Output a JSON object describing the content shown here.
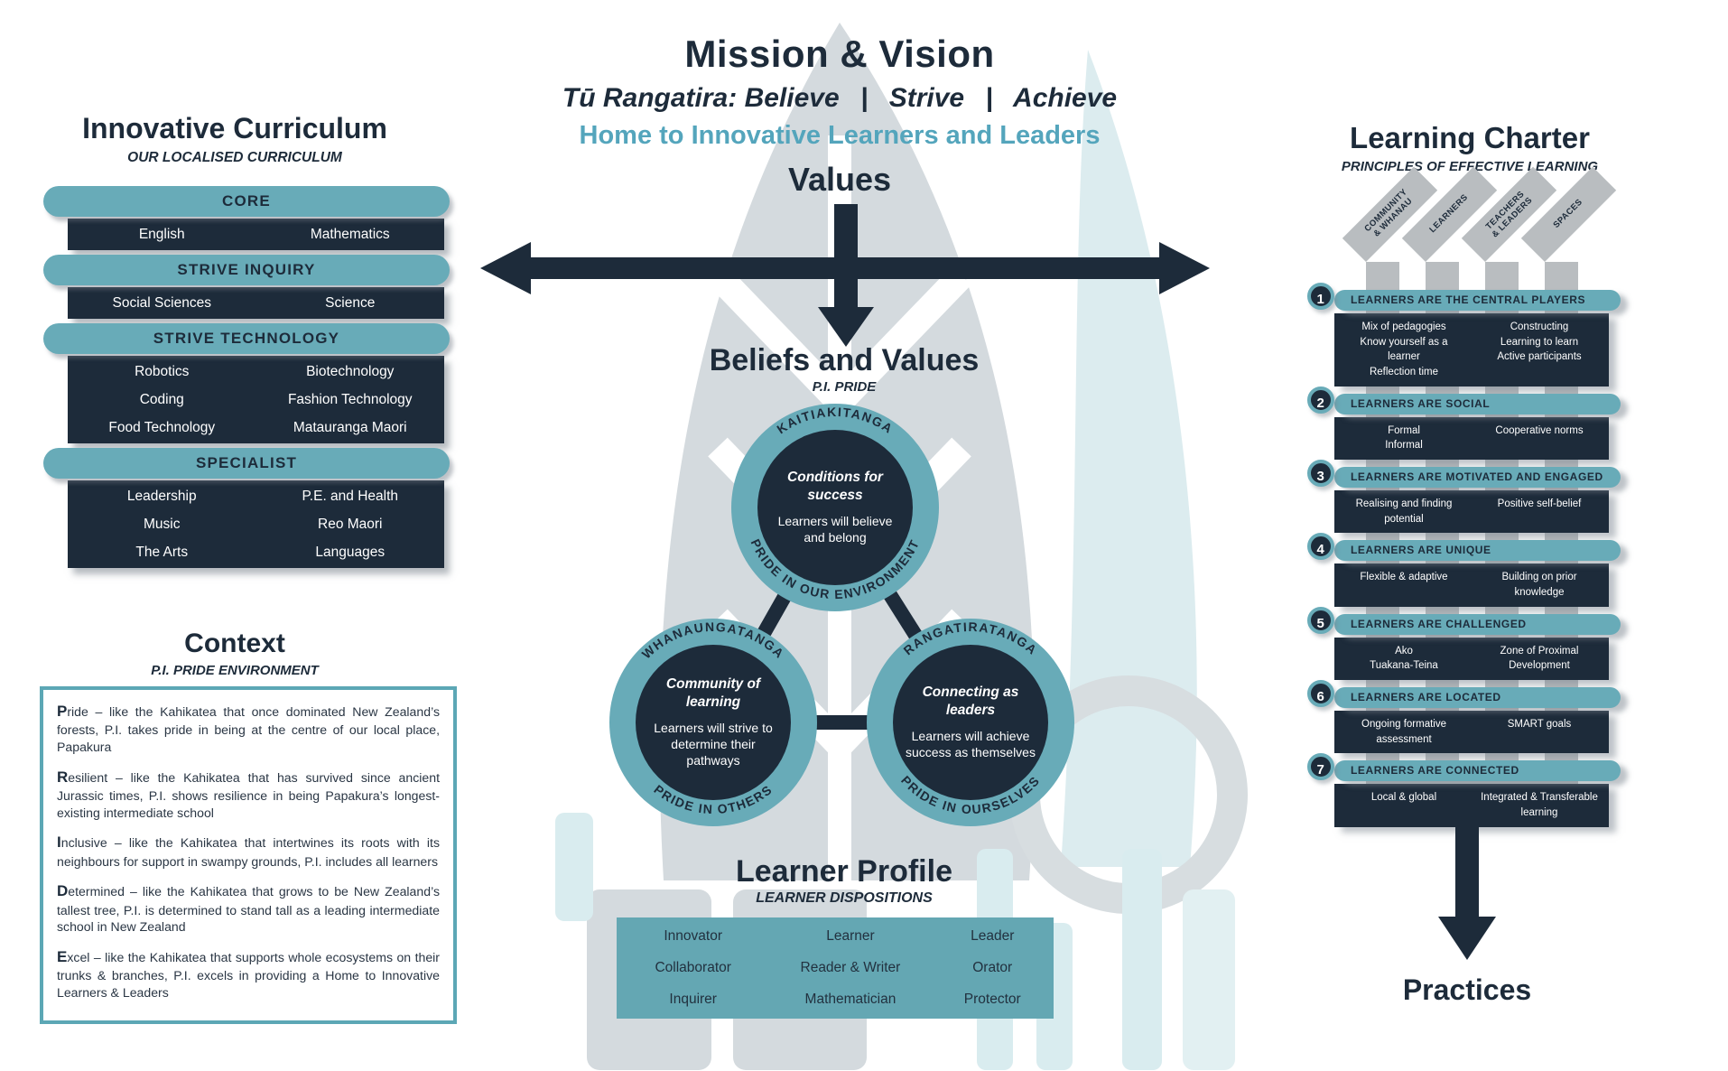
{
  "header": {
    "title": "Mission & Vision",
    "subtitle": "Tū Rangatira: Believe  |  Strive  |  Achieve",
    "tagline": "Home to Innovative Learners and Leaders",
    "values_label": "Values"
  },
  "curriculum": {
    "title": "Innovative Curriculum",
    "subtitle": "OUR LOCALISED CURRICULUM",
    "sections": [
      {
        "header": "CORE",
        "left": [
          "English"
        ],
        "right": [
          "Mathematics"
        ]
      },
      {
        "header": "STRIVE INQUIRY",
        "left": [
          "Social Sciences"
        ],
        "right": [
          "Science"
        ]
      },
      {
        "header": "STRIVE TECHNOLOGY",
        "left": [
          "Robotics",
          "Coding",
          "Food Technology"
        ],
        "right": [
          "Biotechnology",
          "Fashion Technology",
          "Matauranga Maori"
        ]
      },
      {
        "header": "SPECIALIST",
        "left": [
          "Leadership",
          "Music",
          "The Arts"
        ],
        "right": [
          "P.E. and Health",
          "Reo Maori",
          "Languages"
        ]
      }
    ]
  },
  "context": {
    "title": "Context",
    "subtitle": "P.I. PRIDE ENVIRONMENT",
    "paragraphs": [
      {
        "lead": "P",
        "rest": "ride – like the Kahikatea that once dominated New Zealand’s forests, P.I. takes pride in being at the centre of our local place, Papakura"
      },
      {
        "lead": "R",
        "rest": "esilient – like the Kahikatea that has survived since ancient Jurassic times, P.I. shows resilience in being Papakura’s longest-existing intermediate school"
      },
      {
        "lead": "I",
        "rest": "nclusive – like the Kahikatea that intertwines its roots with its neighbours for support in swampy grounds, P.I. includes all learners"
      },
      {
        "lead": "D",
        "rest": "etermined – like the Kahikatea that grows to be New Zealand’s tallest tree, P.I. is determined to stand tall as a leading intermediate school in New Zealand"
      },
      {
        "lead": "E",
        "rest": "xcel – like the Kahikatea that supports whole ecosystems on their trunks & branches, P.I. excels in providing a Home to Innovative Learners & Leaders"
      }
    ]
  },
  "beliefs": {
    "title": "Beliefs and Values",
    "subtitle": "P.I. PRIDE",
    "circles": [
      {
        "arc_top": "KAITIAKITANGA",
        "arc_bottom": "PRIDE IN OUR ENVIRONMENT",
        "heading": "Conditions for success",
        "body": "Learners will believe and belong"
      },
      {
        "arc_top": "WHANAUNGATANGA",
        "arc_bottom": "PRIDE IN OTHERS",
        "heading": "Community of learning",
        "body": "Learners will strive to determine their pathways"
      },
      {
        "arc_top": "RANGATIRATANGA",
        "arc_bottom": "PRIDE IN OURSELVES",
        "heading": "Connecting as leaders",
        "body": "Learners will achieve success as themselves"
      }
    ]
  },
  "learner_profile": {
    "title": "Learner Profile",
    "subtitle": "LEARNER DISPOSITIONS",
    "rows": [
      [
        "Innovator",
        "Learner",
        "Leader"
      ],
      [
        "Collaborator",
        "Reader & Writer",
        "Orator"
      ],
      [
        "Inquirer",
        "Mathematician",
        "Protector"
      ]
    ]
  },
  "charter": {
    "title": "Learning Charter",
    "subtitle": "PRINCIPLES OF EFFECTIVE LEARNING",
    "columns": [
      [
        "COMMUNITY",
        "& WHANAU"
      ],
      [
        "LEARNERS"
      ],
      [
        "TEACHERS",
        "& LEADERS"
      ],
      [
        "SPACES"
      ]
    ],
    "rows": [
      {
        "num": "1",
        "header": "LEARNERS ARE THE CENTRAL PLAYERS",
        "left": [
          "Mix of pedagogies",
          "Know yourself as a learner",
          "Reflection time"
        ],
        "right": [
          "Constructing",
          "Learning to learn",
          "Active participants"
        ]
      },
      {
        "num": "2",
        "header": "LEARNERS ARE SOCIAL",
        "left": [
          "Formal",
          "Informal"
        ],
        "right": [
          "Cooperative norms"
        ]
      },
      {
        "num": "3",
        "header": "LEARNERS ARE MOTIVATED AND ENGAGED",
        "left": [
          "Realising and finding potential"
        ],
        "right": [
          "Positive self-belief"
        ]
      },
      {
        "num": "4",
        "header": "LEARNERS ARE UNIQUE",
        "left": [
          "Flexible & adaptive"
        ],
        "right": [
          "Building on prior knowledge"
        ]
      },
      {
        "num": "5",
        "header": "LEARNERS ARE CHALLENGED",
        "left": [
          "Ako",
          "Tuakana-Teina"
        ],
        "right": [
          "Zone of Proximal Development"
        ]
      },
      {
        "num": "6",
        "header": "LEARNERS ARE LOCATED",
        "left": [
          "Ongoing formative assessment"
        ],
        "right": [
          "SMART goals"
        ]
      },
      {
        "num": "7",
        "header": "LEARNERS ARE CONNECTED",
        "left": [
          "Local & global"
        ],
        "right": [
          "Integrated & Transferable learning"
        ]
      }
    ],
    "practices_label": "Practices"
  },
  "colors": {
    "navy": "#1d2b3a",
    "teal": "#68abb8",
    "teal_text": "#54a5bc",
    "pale_teal": "#dcecef",
    "light_gray": "#d4dade",
    "banner_gray": "#b9bdc0"
  }
}
